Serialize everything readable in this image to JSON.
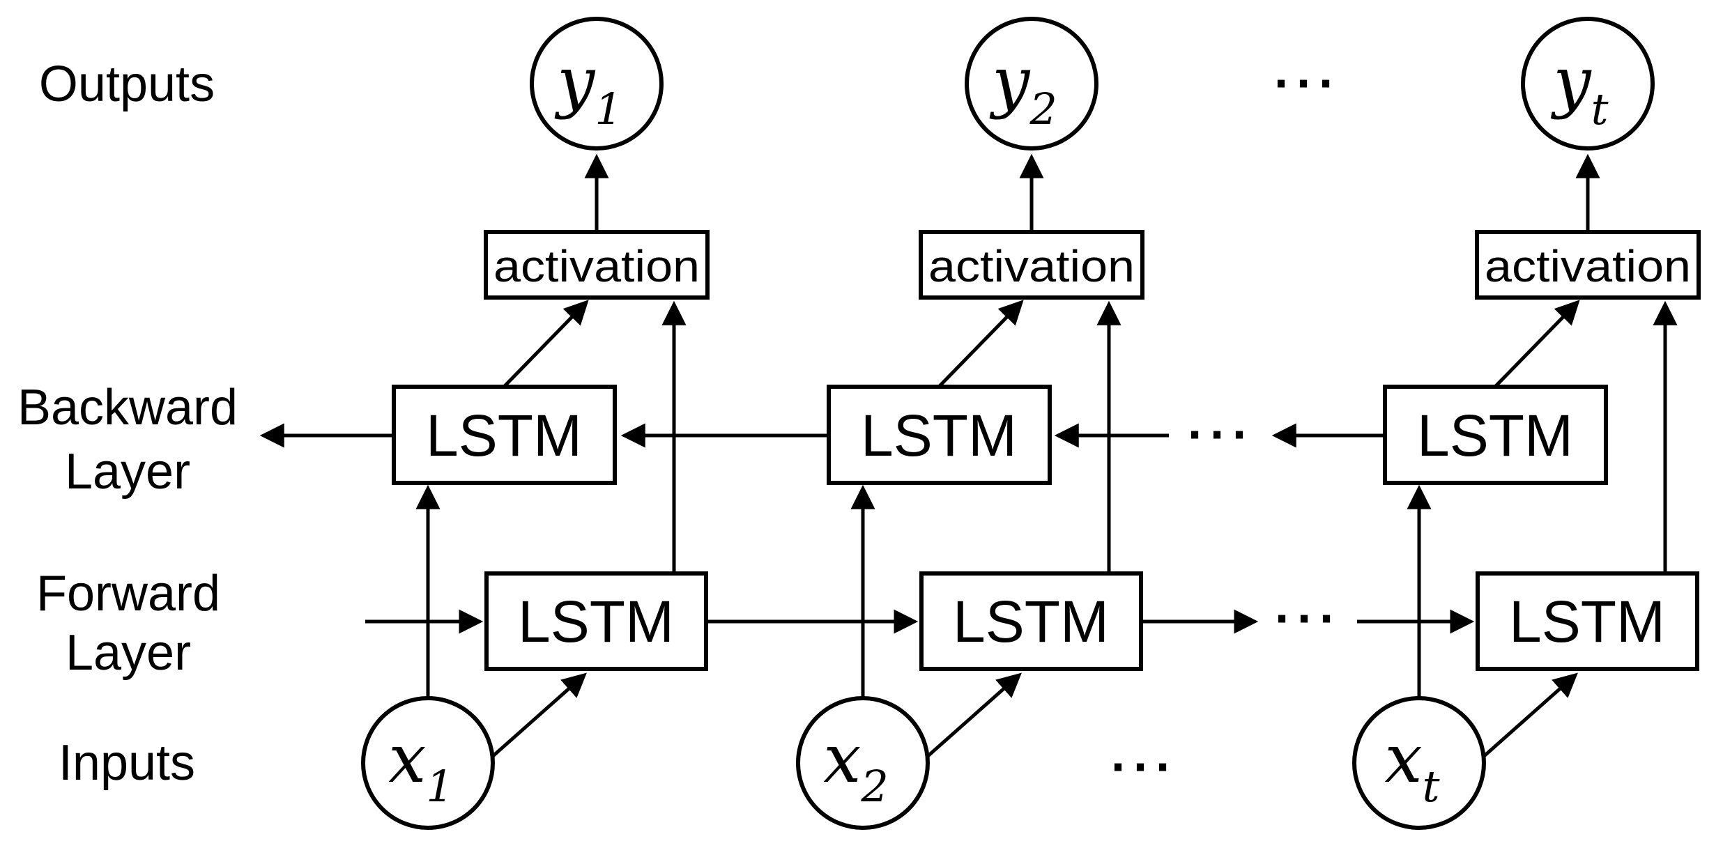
{
  "diagram": {
    "colors": {
      "stroke": "#000000",
      "background": "#ffffff"
    },
    "row_labels": {
      "outputs": "Outputs",
      "backward_line1": "Backward",
      "backward_line2": "Layer",
      "forward_line1": "Forward",
      "forward_line2": "Layer",
      "inputs": "Inputs"
    },
    "columns": [
      {
        "output_base": "y",
        "output_sub": "1",
        "input_base": "x",
        "input_sub": "1",
        "activation_label": "activation",
        "backward_label": "LSTM",
        "forward_label": "LSTM"
      },
      {
        "output_base": "y",
        "output_sub": "2",
        "input_base": "x",
        "input_sub": "2",
        "activation_label": "activation",
        "backward_label": "LSTM",
        "forward_label": "LSTM"
      },
      {
        "output_base": "y",
        "output_sub": "t",
        "input_base": "x",
        "input_sub": "t",
        "activation_label": "activation",
        "backward_label": "LSTM",
        "forward_label": "LSTM"
      }
    ],
    "dots": {
      "outputs": "···",
      "backward": "···",
      "forward": "···",
      "inputs": "···"
    }
  }
}
